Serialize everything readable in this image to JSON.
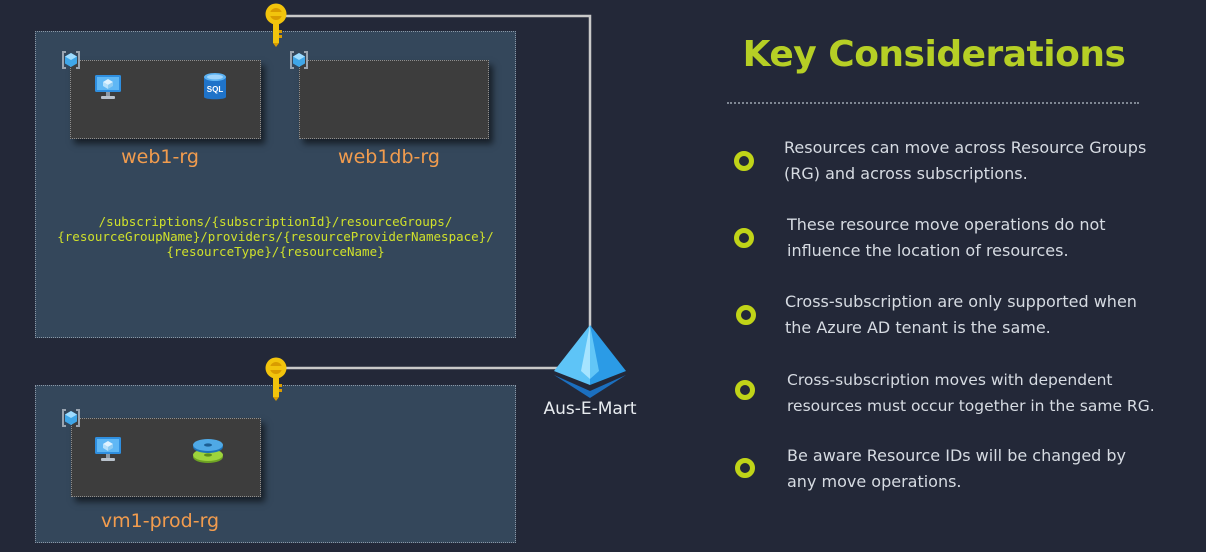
{
  "subscription_path": {
    "line1": "/subscriptions/{subscriptionId}/resourceGroups/",
    "line2": "{resourceGroupName}/providers/{resourceProviderNamespace}/",
    "line3": "{resourceType}/{resourceName}"
  },
  "resource_groups": [
    {
      "label": "web1-rg"
    },
    {
      "label": "web1db-rg"
    },
    {
      "label": "vm1-prod-rg"
    }
  ],
  "resources": {
    "sql_badge": "SQL"
  },
  "tenant": {
    "label": "Aus-E-Mart"
  },
  "panel": {
    "title": "Key Considerations",
    "bullets": [
      {
        "line1": "Resources can move across Resource Groups",
        "line2": "(RG) and across subscriptions."
      },
      {
        "line1": "These resource move operations do not",
        "line2": "influence the location of resources."
      },
      {
        "line1": "Cross-subscription are only supported when",
        "line2": "the Azure AD tenant is the same."
      },
      {
        "line1": "Cross-subscription moves with dependent",
        "line2": "resources must occur together in the same RG."
      },
      {
        "line1": "Be aware Resource IDs will be changed by",
        "line2": "any move operations."
      }
    ]
  },
  "colors": {
    "background": "#232838",
    "subscription_fill": "#34475b",
    "resource_group_fill": "#3d3d3d",
    "label_orange": "#f29c4e",
    "accent_green": "#b6cf25",
    "key_gold": "#f2c40c"
  },
  "icons": {
    "resource_group": "resource-group-icon",
    "vm": "virtual-machine-icon",
    "sql": "sql-database-icon",
    "disk": "managed-disk-icon",
    "key": "key-icon",
    "tenant": "azure-ad-icon"
  }
}
